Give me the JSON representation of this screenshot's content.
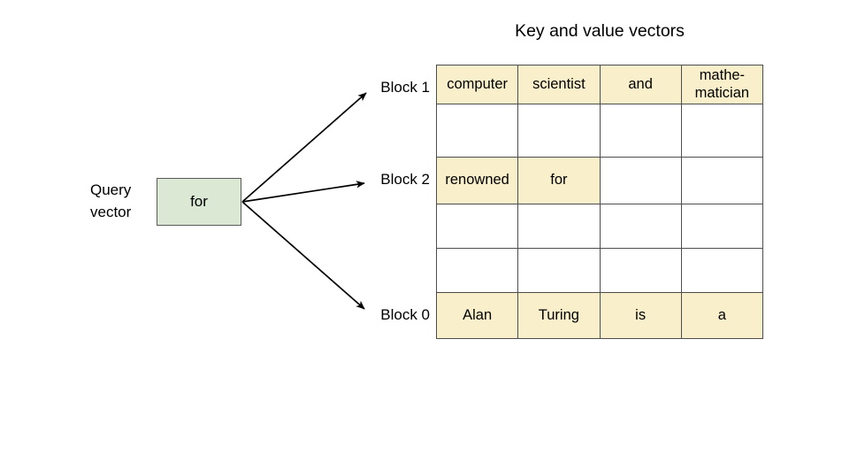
{
  "title": "Key and value vectors",
  "query": {
    "label_line1": "Query",
    "label_line2": "vector",
    "value": "for"
  },
  "blocks": [
    {
      "id": "block1",
      "label": "Block 1"
    },
    {
      "id": "block2",
      "label": "Block 2"
    },
    {
      "id": "block0",
      "label": "Block 0"
    }
  ],
  "colors": {
    "filled_cell": "#faefcb",
    "query_box": "#dae8d4",
    "border": "#4d4d4d",
    "background": "#ffffff"
  },
  "table": {
    "columns": 4,
    "rows": [
      {
        "index": 0,
        "block": "Block 1",
        "filled": true,
        "cells": [
          {
            "text": "computer",
            "lines": [
              "computer"
            ]
          },
          {
            "text": "scientist",
            "lines": [
              "scientist"
            ]
          },
          {
            "text": "and",
            "lines": [
              "and"
            ]
          },
          {
            "text": "mathe-matician",
            "lines": [
              "mathe-",
              "matician"
            ]
          }
        ]
      },
      {
        "index": 1,
        "block": "",
        "filled": false,
        "cells": [
          {
            "text": "",
            "lines": []
          },
          {
            "text": "",
            "lines": []
          },
          {
            "text": "",
            "lines": []
          },
          {
            "text": "",
            "lines": []
          }
        ]
      },
      {
        "index": 2,
        "block": "Block 2",
        "filled": true,
        "cells": [
          {
            "text": "renowned",
            "lines": [
              "renowned"
            ]
          },
          {
            "text": "for",
            "lines": [
              "for"
            ]
          },
          {
            "text": "",
            "lines": []
          },
          {
            "text": "",
            "lines": []
          }
        ]
      },
      {
        "index": 3,
        "block": "",
        "filled": false,
        "cells": [
          {
            "text": "",
            "lines": []
          },
          {
            "text": "",
            "lines": []
          },
          {
            "text": "",
            "lines": []
          },
          {
            "text": "",
            "lines": []
          }
        ]
      },
      {
        "index": 4,
        "block": "",
        "filled": false,
        "cells": [
          {
            "text": "",
            "lines": []
          },
          {
            "text": "",
            "lines": []
          },
          {
            "text": "",
            "lines": []
          },
          {
            "text": "",
            "lines": []
          }
        ]
      },
      {
        "index": 5,
        "block": "Block 0",
        "filled": true,
        "cells": [
          {
            "text": "Alan",
            "lines": [
              "Alan"
            ]
          },
          {
            "text": "Turing",
            "lines": [
              "Turing"
            ]
          },
          {
            "text": "is",
            "lines": [
              "is"
            ]
          },
          {
            "text": "a",
            "lines": [
              "a"
            ]
          }
        ]
      }
    ]
  },
  "arrows": [
    {
      "name": "arrow-to-block-1",
      "from": "query-vector",
      "to": "Block 1"
    },
    {
      "name": "arrow-to-block-2",
      "from": "query-vector",
      "to": "Block 2"
    },
    {
      "name": "arrow-to-block-0",
      "from": "query-vector",
      "to": "Block 0"
    }
  ]
}
